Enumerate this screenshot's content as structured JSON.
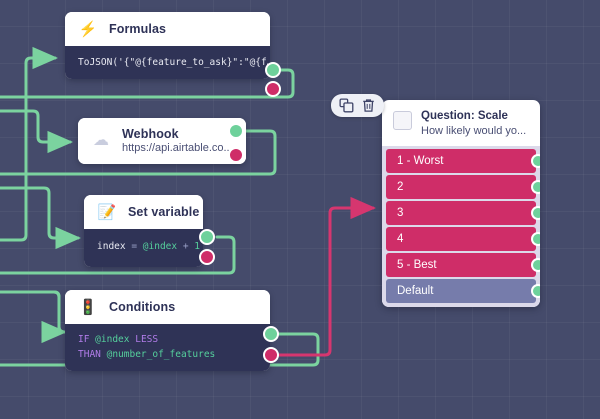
{
  "canvas": {
    "background_color": "#454b6b",
    "grid_color": "#4e5375",
    "grid_size": 37
  },
  "colors": {
    "edge_green": "#7bd39f",
    "edge_pink": "#d6366f",
    "port_green": "#6ed19b",
    "port_pink": "#cf2d68",
    "node_header_bg": "#ffffff",
    "node_code_bg": "#2f3356",
    "title_text": "#2e3257",
    "option_pink": "#cf2d68",
    "option_default": "#767cab",
    "option_tray": "#dcd9ea"
  },
  "toolbar": {
    "duplicate_label": "Duplicate",
    "delete_label": "Delete"
  },
  "nodes": [
    {
      "id": "formulas",
      "title": "Formulas",
      "icon": "lightning-bolt-icon",
      "icon_glyph": "⚡",
      "code": "ToJSON('{\"@{feature_to_ask}\":\"@{f…",
      "has_code_body": true
    },
    {
      "id": "webhook",
      "title": "Webhook",
      "icon": "cloud-icon",
      "icon_glyph": "☁",
      "subtitle": "https://api.airtable.co...",
      "has_code_body": false
    },
    {
      "id": "set-variable",
      "title": "Set variable",
      "icon": "memo-pencil-icon",
      "icon_glyph": "📝",
      "code_tokens": [
        {
          "text": "index",
          "class": "plain"
        },
        {
          "text": " = ",
          "class": "op"
        },
        {
          "text": "@index",
          "class": "var"
        },
        {
          "text": " + ",
          "class": "op"
        },
        {
          "text": "1",
          "class": "num"
        }
      ],
      "has_code_body": true
    },
    {
      "id": "conditions",
      "title": "Conditions",
      "icon": "traffic-light-icon",
      "icon_glyph": "🚦",
      "code_line_1_tokens": [
        {
          "text": "IF ",
          "class": "kw"
        },
        {
          "text": "@index ",
          "class": "var"
        },
        {
          "text": "LESS",
          "class": "kw"
        }
      ],
      "code_line_2_tokens": [
        {
          "text": "THAN ",
          "class": "kw"
        },
        {
          "text": "@number_of_features",
          "class": "var"
        }
      ],
      "has_code_body": true
    }
  ],
  "question_card": {
    "title": "Question: Scale",
    "subtitle": "How likely would yo...",
    "checkbox_checked": false,
    "options": [
      {
        "label": "1 - Worst",
        "kind": "scale"
      },
      {
        "label": "2",
        "kind": "scale"
      },
      {
        "label": "3",
        "kind": "scale"
      },
      {
        "label": "4",
        "kind": "scale"
      },
      {
        "label": "5 - Best",
        "kind": "scale"
      },
      {
        "label": "Default",
        "kind": "default"
      }
    ]
  }
}
